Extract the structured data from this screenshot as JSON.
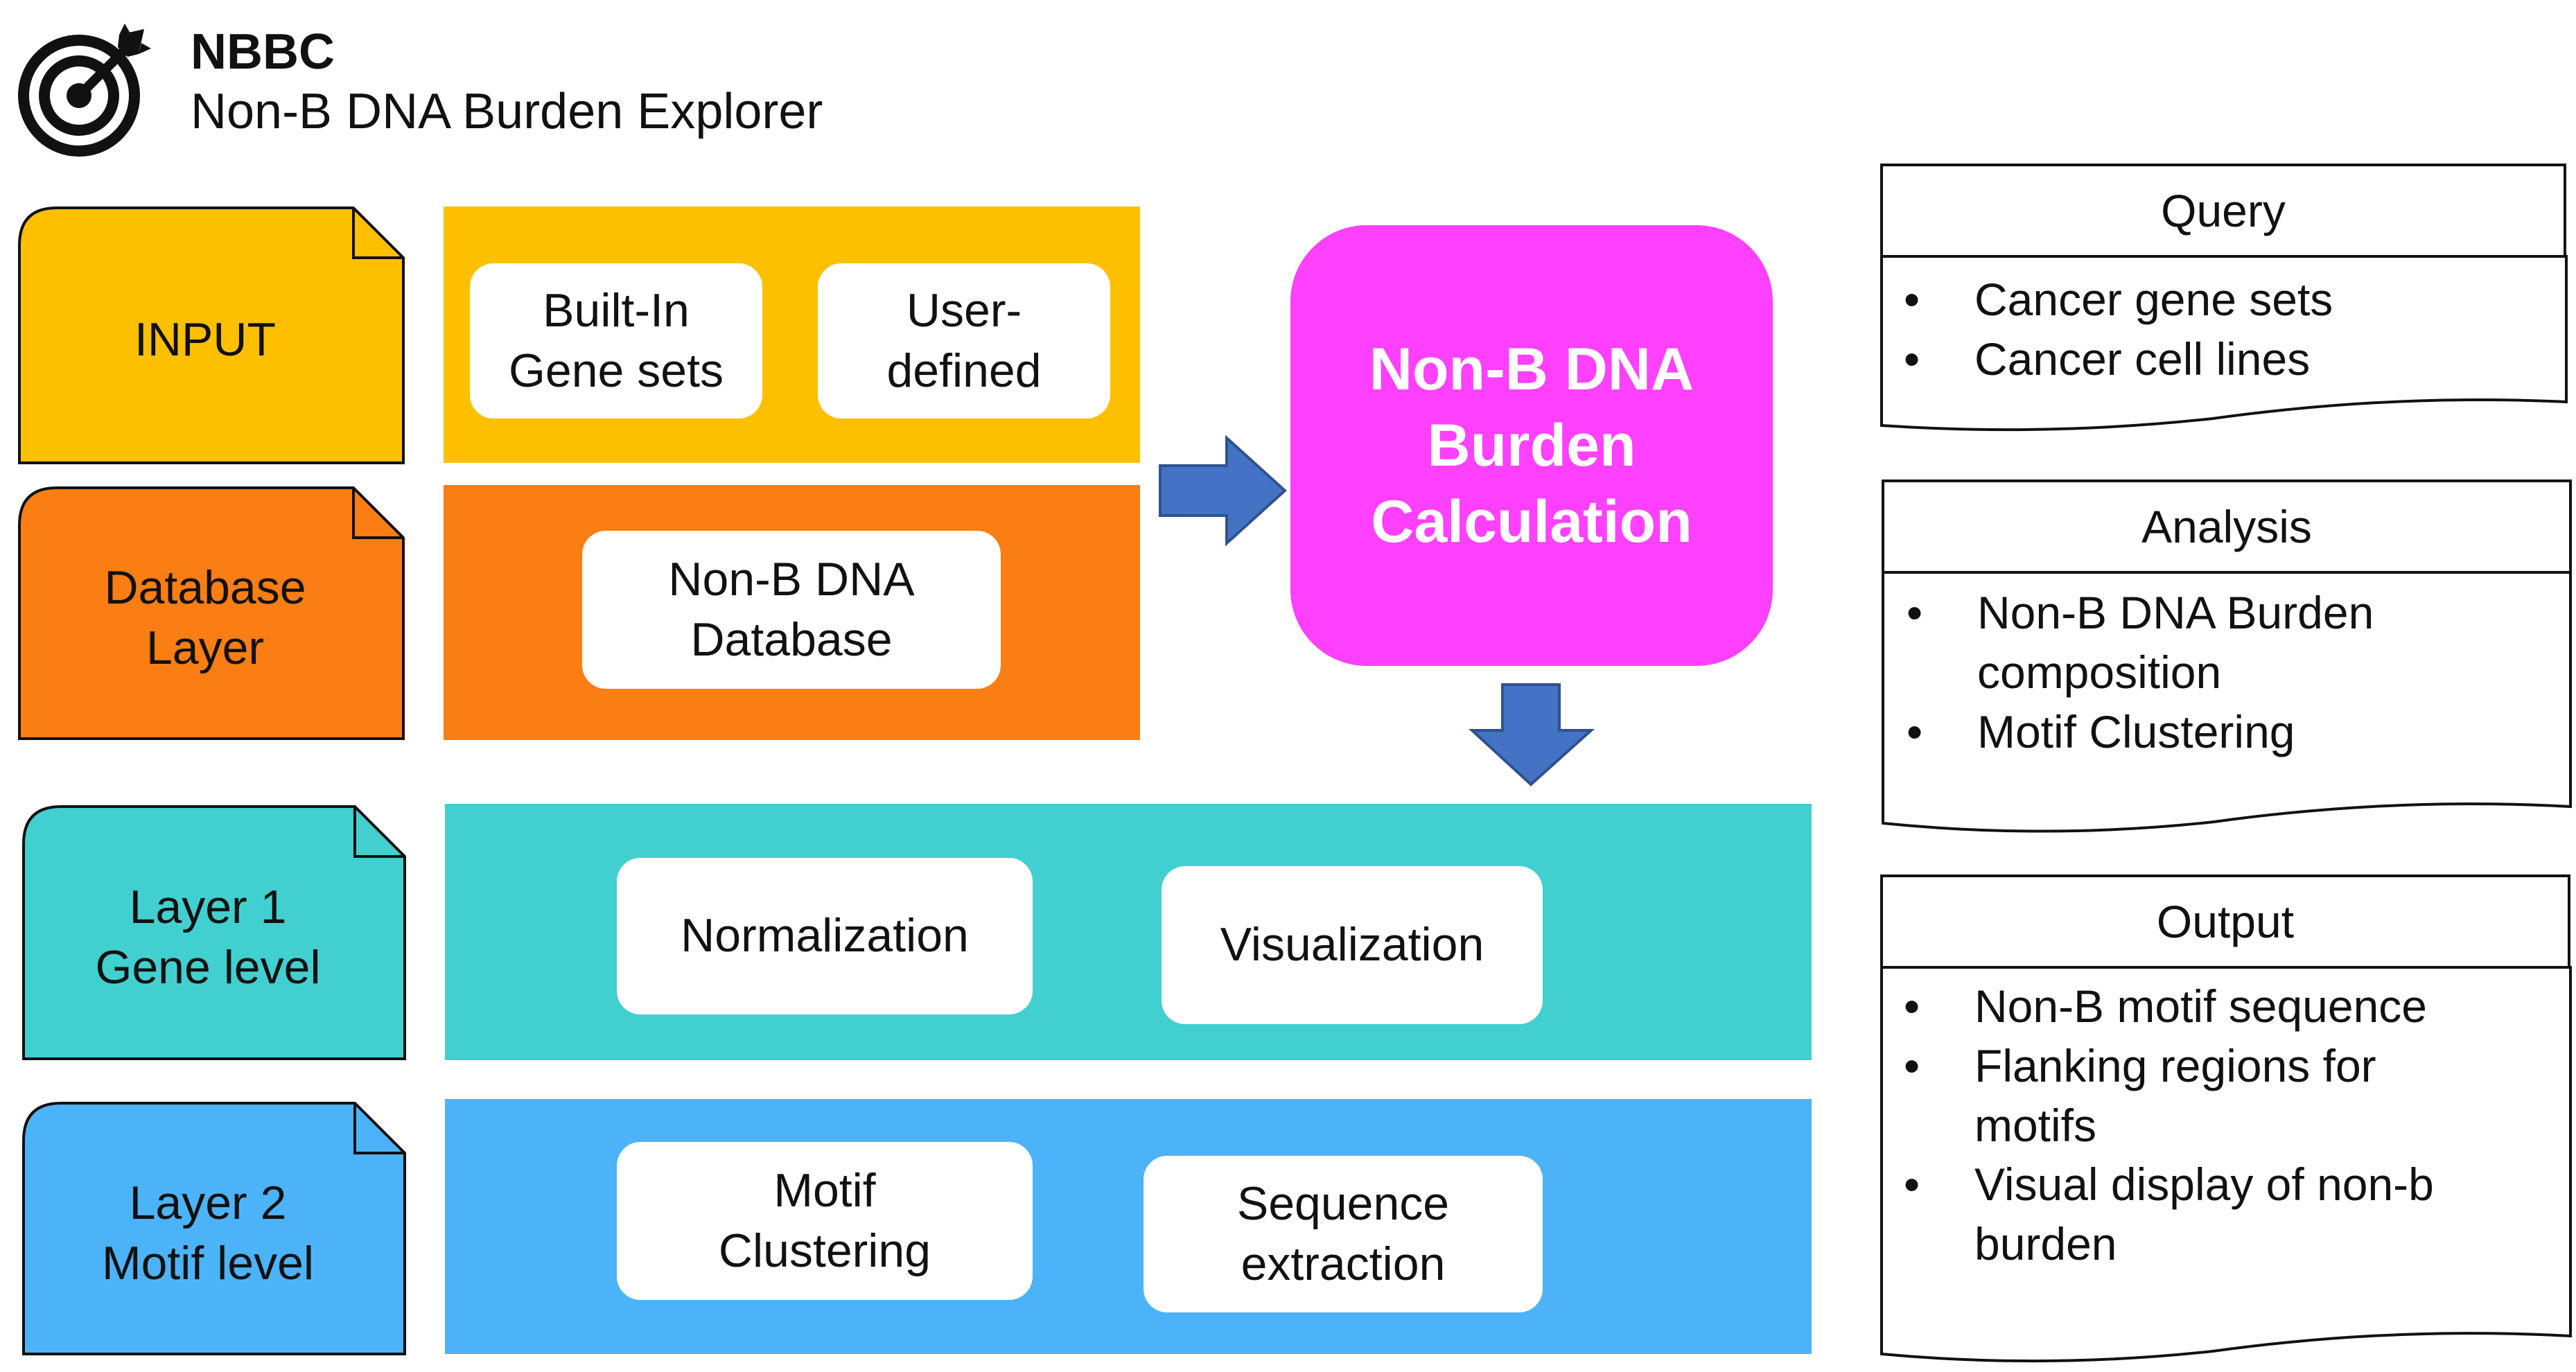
{
  "header": {
    "brand": "NBBC",
    "subtitle": "Non-B DNA Burden Explorer"
  },
  "logo_icon": "target-with-arrow-icon",
  "colors": {
    "input": "#fdc000",
    "database": "#fa7e14",
    "layer1": "#42cfcf",
    "layer2": "#4db3f9",
    "calc": "#ff40ff",
    "arrow": "#4472c4"
  },
  "layers": {
    "input": {
      "label": "INPUT"
    },
    "database": {
      "label": "Database\nLayer"
    },
    "layer1": {
      "label": "Layer 1\nGene level"
    },
    "layer2": {
      "label": "Layer 2\nMotif level"
    }
  },
  "cards": {
    "builtin": "Built-In\nGene sets",
    "userdefined": "User-\ndefined",
    "database": "Non-B DNA\nDatabase",
    "normalization": "Normalization",
    "visualization": "Visualization",
    "motif_clustering": "Motif\nClustering",
    "sequence_extraction": "Sequence\nextraction"
  },
  "calc": {
    "label": "Non-B DNA\nBurden\nCalculation"
  },
  "query": {
    "title": "Query",
    "items": [
      "Cancer gene sets",
      "Cancer cell lines"
    ]
  },
  "analysis": {
    "title": "Analysis",
    "items": [
      "Non-B DNA Burden\ncomposition",
      "Motif Clustering"
    ]
  },
  "output": {
    "title": "Output",
    "items": [
      "Non-B motif sequence",
      "Flanking regions for\nmotifs",
      "Visual display of non-b\nburden"
    ]
  }
}
